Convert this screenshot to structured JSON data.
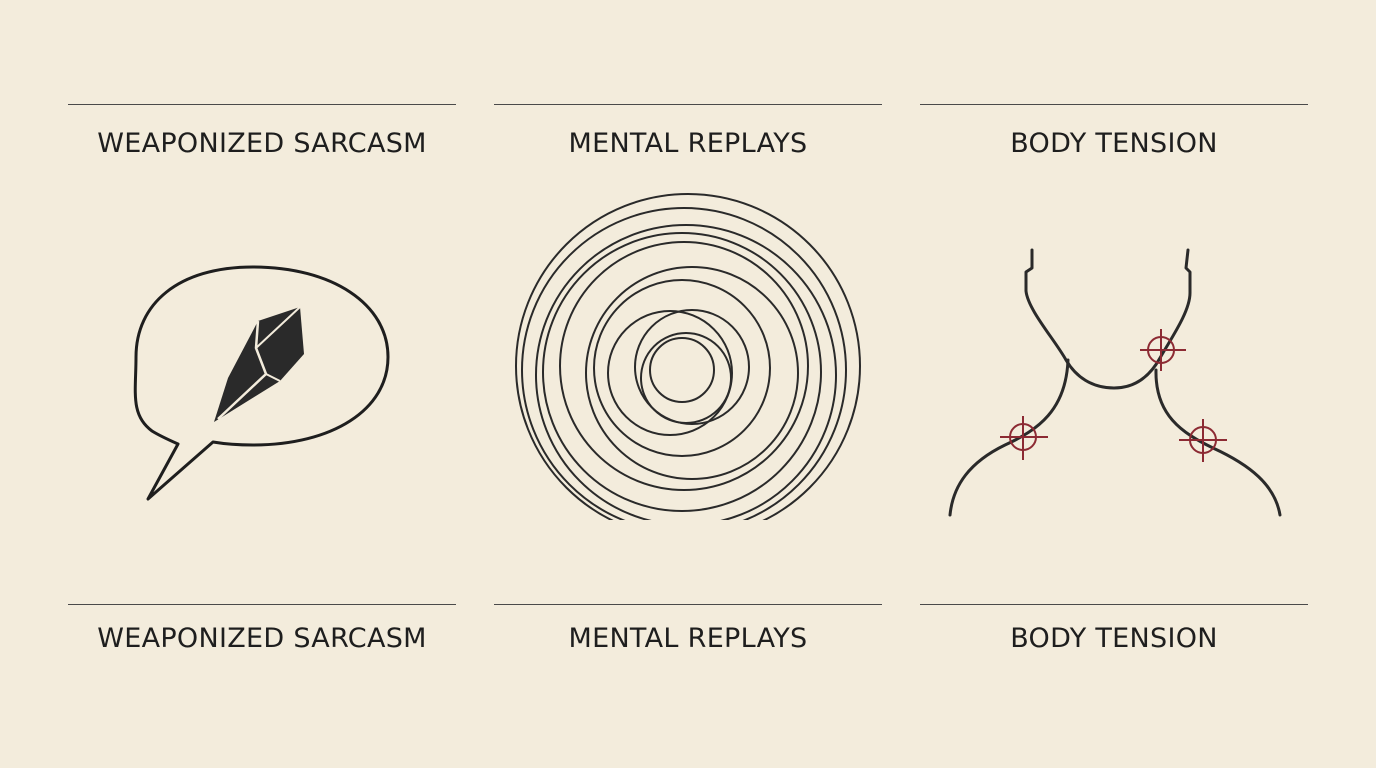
{
  "panels": [
    {
      "title": "WEAPONIZED SARCASM",
      "caption": "WEAPONIZED SARCASM",
      "icon": "speech-bubble-with-shard-icon"
    },
    {
      "title": "MENTAL REPLAYS",
      "caption": "MENTAL REPLAYS",
      "icon": "concentric-spiral-rings-icon"
    },
    {
      "title": "BODY TENSION",
      "caption": "BODY TENSION",
      "icon": "neck-shoulders-tension-points-icon"
    }
  ],
  "colors": {
    "background": "#f3ecdc",
    "ink": "#1e1e1e",
    "rule": "#4a4a4a",
    "tension_marker": "#8c2a33"
  }
}
